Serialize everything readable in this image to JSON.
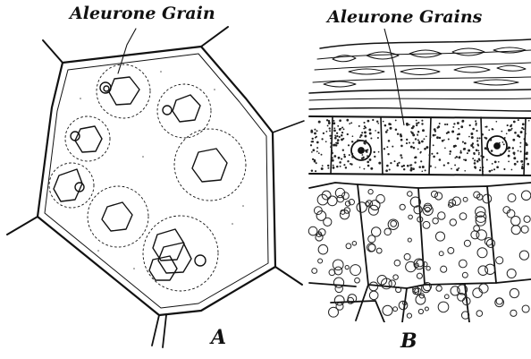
{
  "figure": {
    "panel_a": {
      "annotation": "Aleurone Grain",
      "panel_label": "A"
    },
    "panel_b": {
      "annotation": "Aleurone Grains",
      "panel_label": "B"
    },
    "colors": {
      "ink": "#111111",
      "paper": "#ffffff"
    }
  }
}
